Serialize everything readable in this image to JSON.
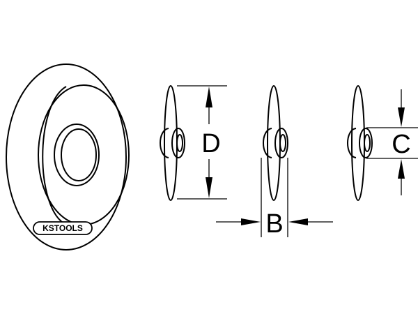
{
  "brand": {
    "logo_text": "KSTOOLS"
  },
  "dimensions": {
    "d_label": "D",
    "b_label": "B",
    "c_label": "C"
  },
  "colors": {
    "line": "#000000",
    "background": "#ffffff"
  }
}
